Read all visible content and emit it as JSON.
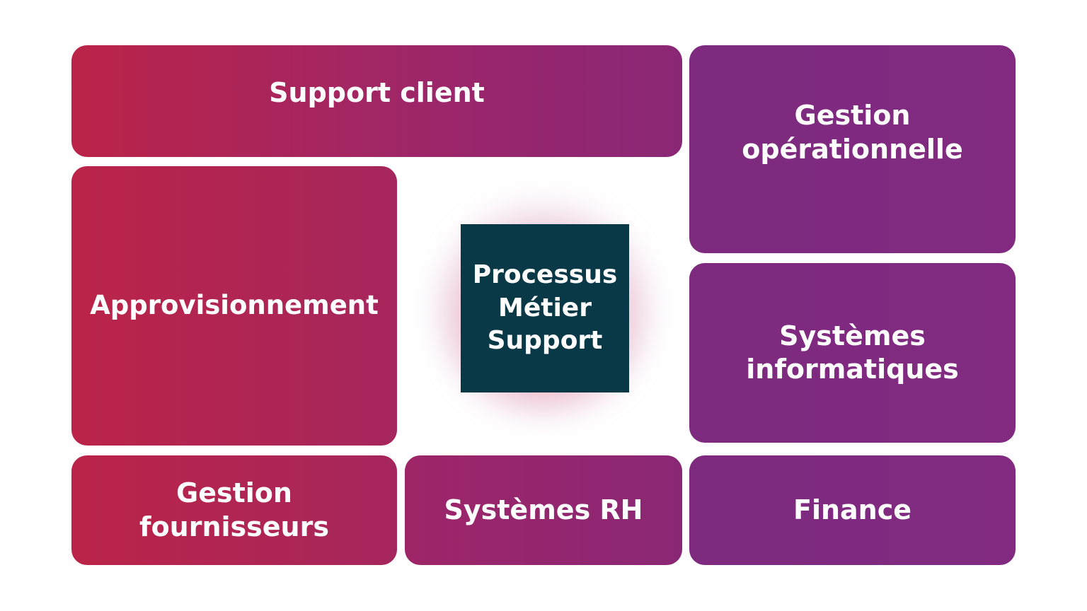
{
  "diagram": {
    "center": "Processus\nMétier\nSupport",
    "tiles": {
      "support_client": "Support client",
      "gestion_operationnelle": "Gestion\nopérationnelle",
      "approvisionnement": "Approvisionnement",
      "systemes_informatiques": "Systèmes\ninformatiques",
      "gestion_fournisseurs": "Gestion\nfournisseurs",
      "systemes_rh": "Systèmes RH",
      "finance": "Finance"
    },
    "colors": {
      "crimson": "#bb2448",
      "magenta": "#9c266a",
      "purple": "#7d2a7f",
      "center_box": "#093847",
      "glow": "#f5785a"
    }
  }
}
